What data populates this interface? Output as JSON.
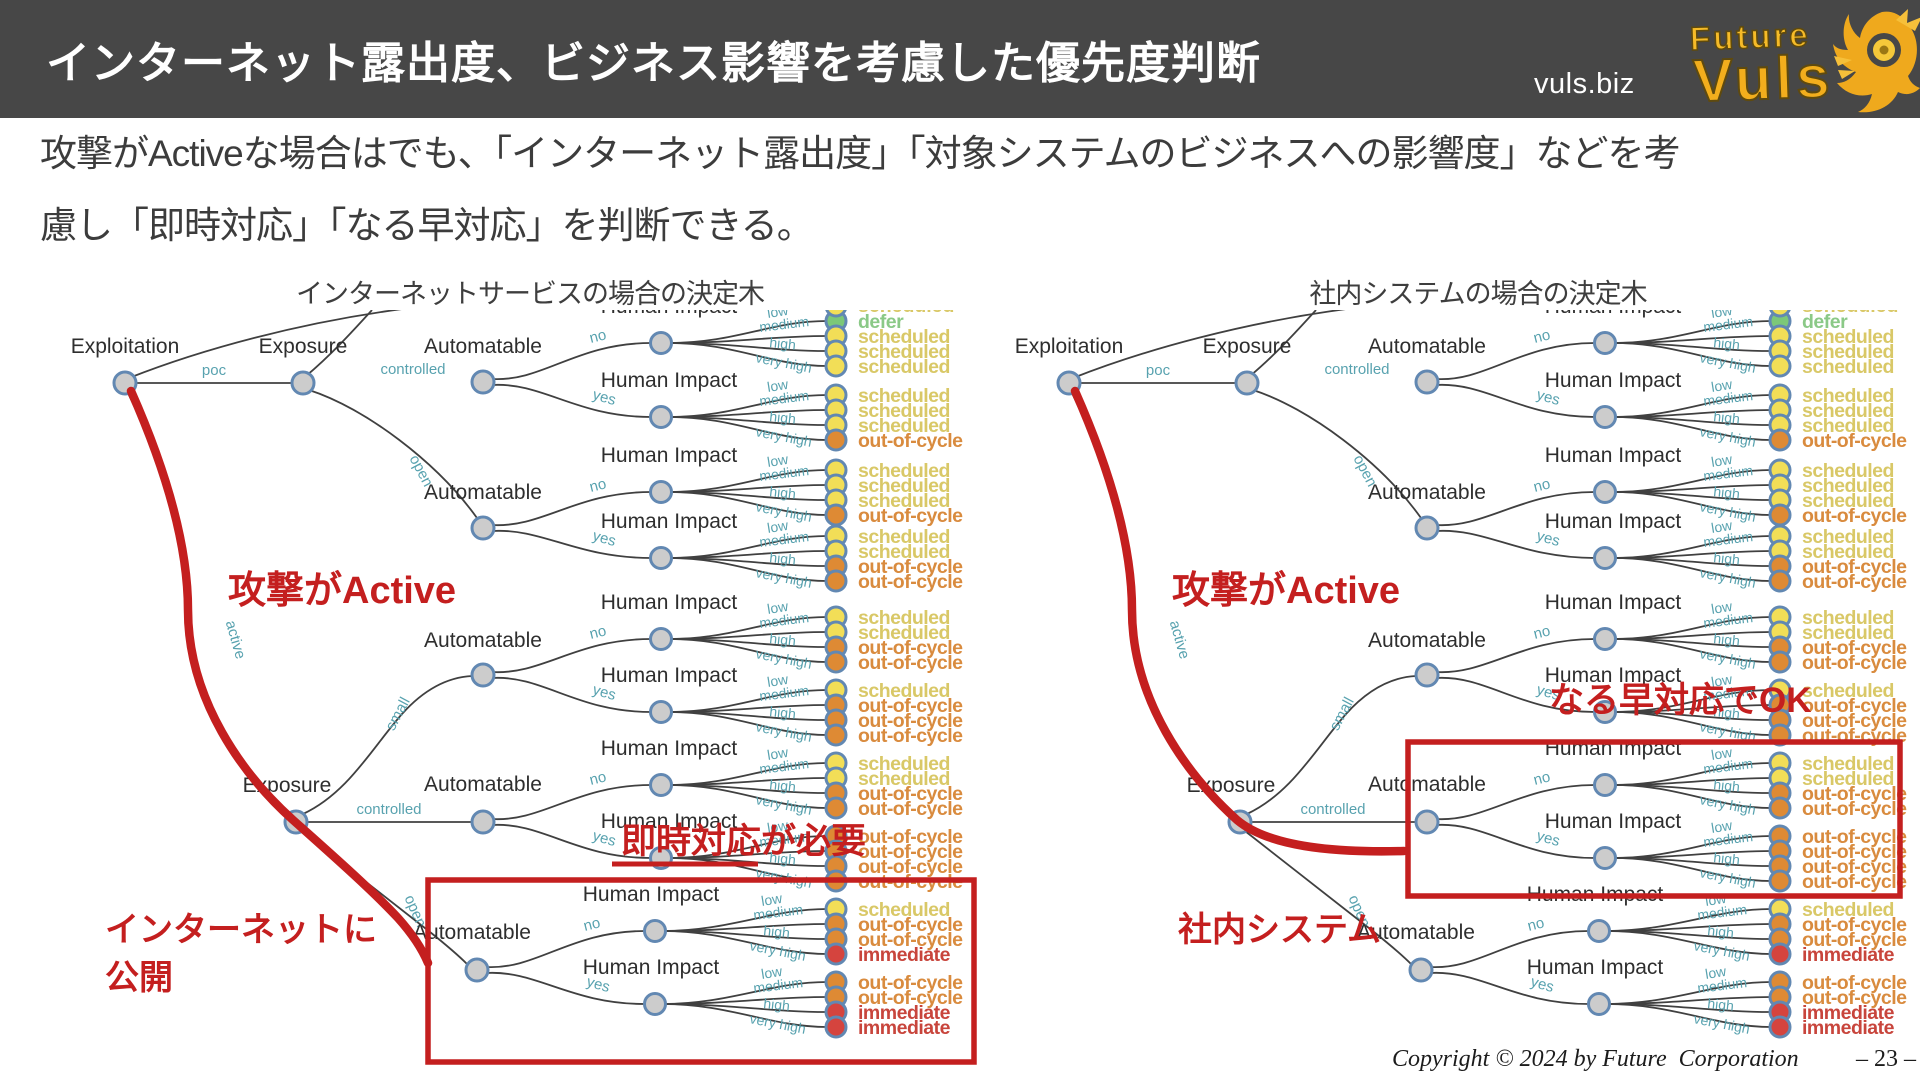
{
  "header": {
    "title": "インターネット露出度、ビジネス影響を考慮した優先度判断",
    "site": "vuls.biz",
    "logo": {
      "line1": "Future",
      "line2": "Vuls",
      "mascot_icon": "fox-mascot-icon"
    }
  },
  "intro": {
    "line1": "攻撃がActiveな場合はでも、「インターネット露出度」「対象システムのビジネスへの影響度」などを考",
    "line2": "慮し「即時対応」「なる早対応」を判断できる。"
  },
  "trees": [
    {
      "id": "internet-service",
      "title": "インターネットサービスの場合の決定木",
      "annotations": {
        "attack": "攻撃がActive",
        "note": "即時対応が必要",
        "target_lines": [
          "インターネットに",
          "公開"
        ],
        "highlighted_path": "active/open"
      }
    },
    {
      "id": "internal-system",
      "title": "社内システムの場合の決定木",
      "annotations": {
        "attack": "攻撃がActive",
        "note": "なる早対応でOK",
        "target_lines": [
          "社内システム"
        ],
        "highlighted_path": "active/controlled"
      }
    }
  ],
  "decision_tree": {
    "node_labels": {
      "root": "Exploitation",
      "exposure": "Exposure",
      "automatable": "Automatable",
      "human_impact": "Human Impact"
    },
    "exploitation_values": [
      "poc",
      "active"
    ],
    "exposure_values": [
      "small",
      "controlled",
      "open"
    ],
    "automatable_values": [
      "no",
      "yes"
    ],
    "human_impact_values": [
      "low",
      "medium",
      "high",
      "very high"
    ],
    "clipped_top_outcome": "scheduled",
    "outcomes": [
      {
        "path": "poc/controlled/no",
        "results": [
          "defer",
          "scheduled",
          "scheduled",
          "scheduled"
        ]
      },
      {
        "path": "poc/controlled/yes",
        "results": [
          "scheduled",
          "scheduled",
          "scheduled",
          "out-of-cycle"
        ]
      },
      {
        "path": "poc/open/no",
        "results": [
          "scheduled",
          "scheduled",
          "scheduled",
          "out-of-cycle"
        ]
      },
      {
        "path": "poc/open/yes",
        "results": [
          "scheduled",
          "scheduled",
          "out-of-cycle",
          "out-of-cycle"
        ]
      },
      {
        "path": "active/small/no",
        "results": [
          "scheduled",
          "scheduled",
          "out-of-cycle",
          "out-of-cycle"
        ]
      },
      {
        "path": "active/small/yes",
        "results": [
          "scheduled",
          "out-of-cycle",
          "out-of-cycle",
          "out-of-cycle"
        ]
      },
      {
        "path": "active/controlled/no",
        "results": [
          "scheduled",
          "scheduled",
          "out-of-cycle",
          "out-of-cycle"
        ]
      },
      {
        "path": "active/controlled/yes",
        "results": [
          "out-of-cycle",
          "out-of-cycle",
          "out-of-cycle",
          "out-of-cycle"
        ]
      },
      {
        "path": "active/open/no",
        "results": [
          "scheduled",
          "out-of-cycle",
          "out-of-cycle",
          "immediate"
        ]
      },
      {
        "path": "active/open/yes",
        "results": [
          "out-of-cycle",
          "out-of-cycle",
          "immediate",
          "immediate"
        ]
      }
    ]
  },
  "footer": {
    "copyright": "Copyright © 2024 by Future  Corporation",
    "page": "– 23 –"
  },
  "colors": {
    "header_bg": "#474747",
    "header_text": "#ffffff",
    "accent_red": "#c41f1f",
    "gold": "#f2b227",
    "body_text": "#3c3c3c",
    "edge": "#404040",
    "edge_label": "#58a2af",
    "node_fill": "#cccccc",
    "node_stroke": "#6288b2",
    "node_label": "#2e2e2e",
    "outcome_fill": {
      "defer": "#7cc878",
      "scheduled": "#f2de57",
      "out-of-cycle": "#de8a34",
      "immediate": "#d5443e"
    },
    "outcome_text": {
      "defer": "#8bc987",
      "scheduled": "#d9c867",
      "out-of-cycle": "#d98b3e",
      "immediate": "#c8453c"
    }
  }
}
